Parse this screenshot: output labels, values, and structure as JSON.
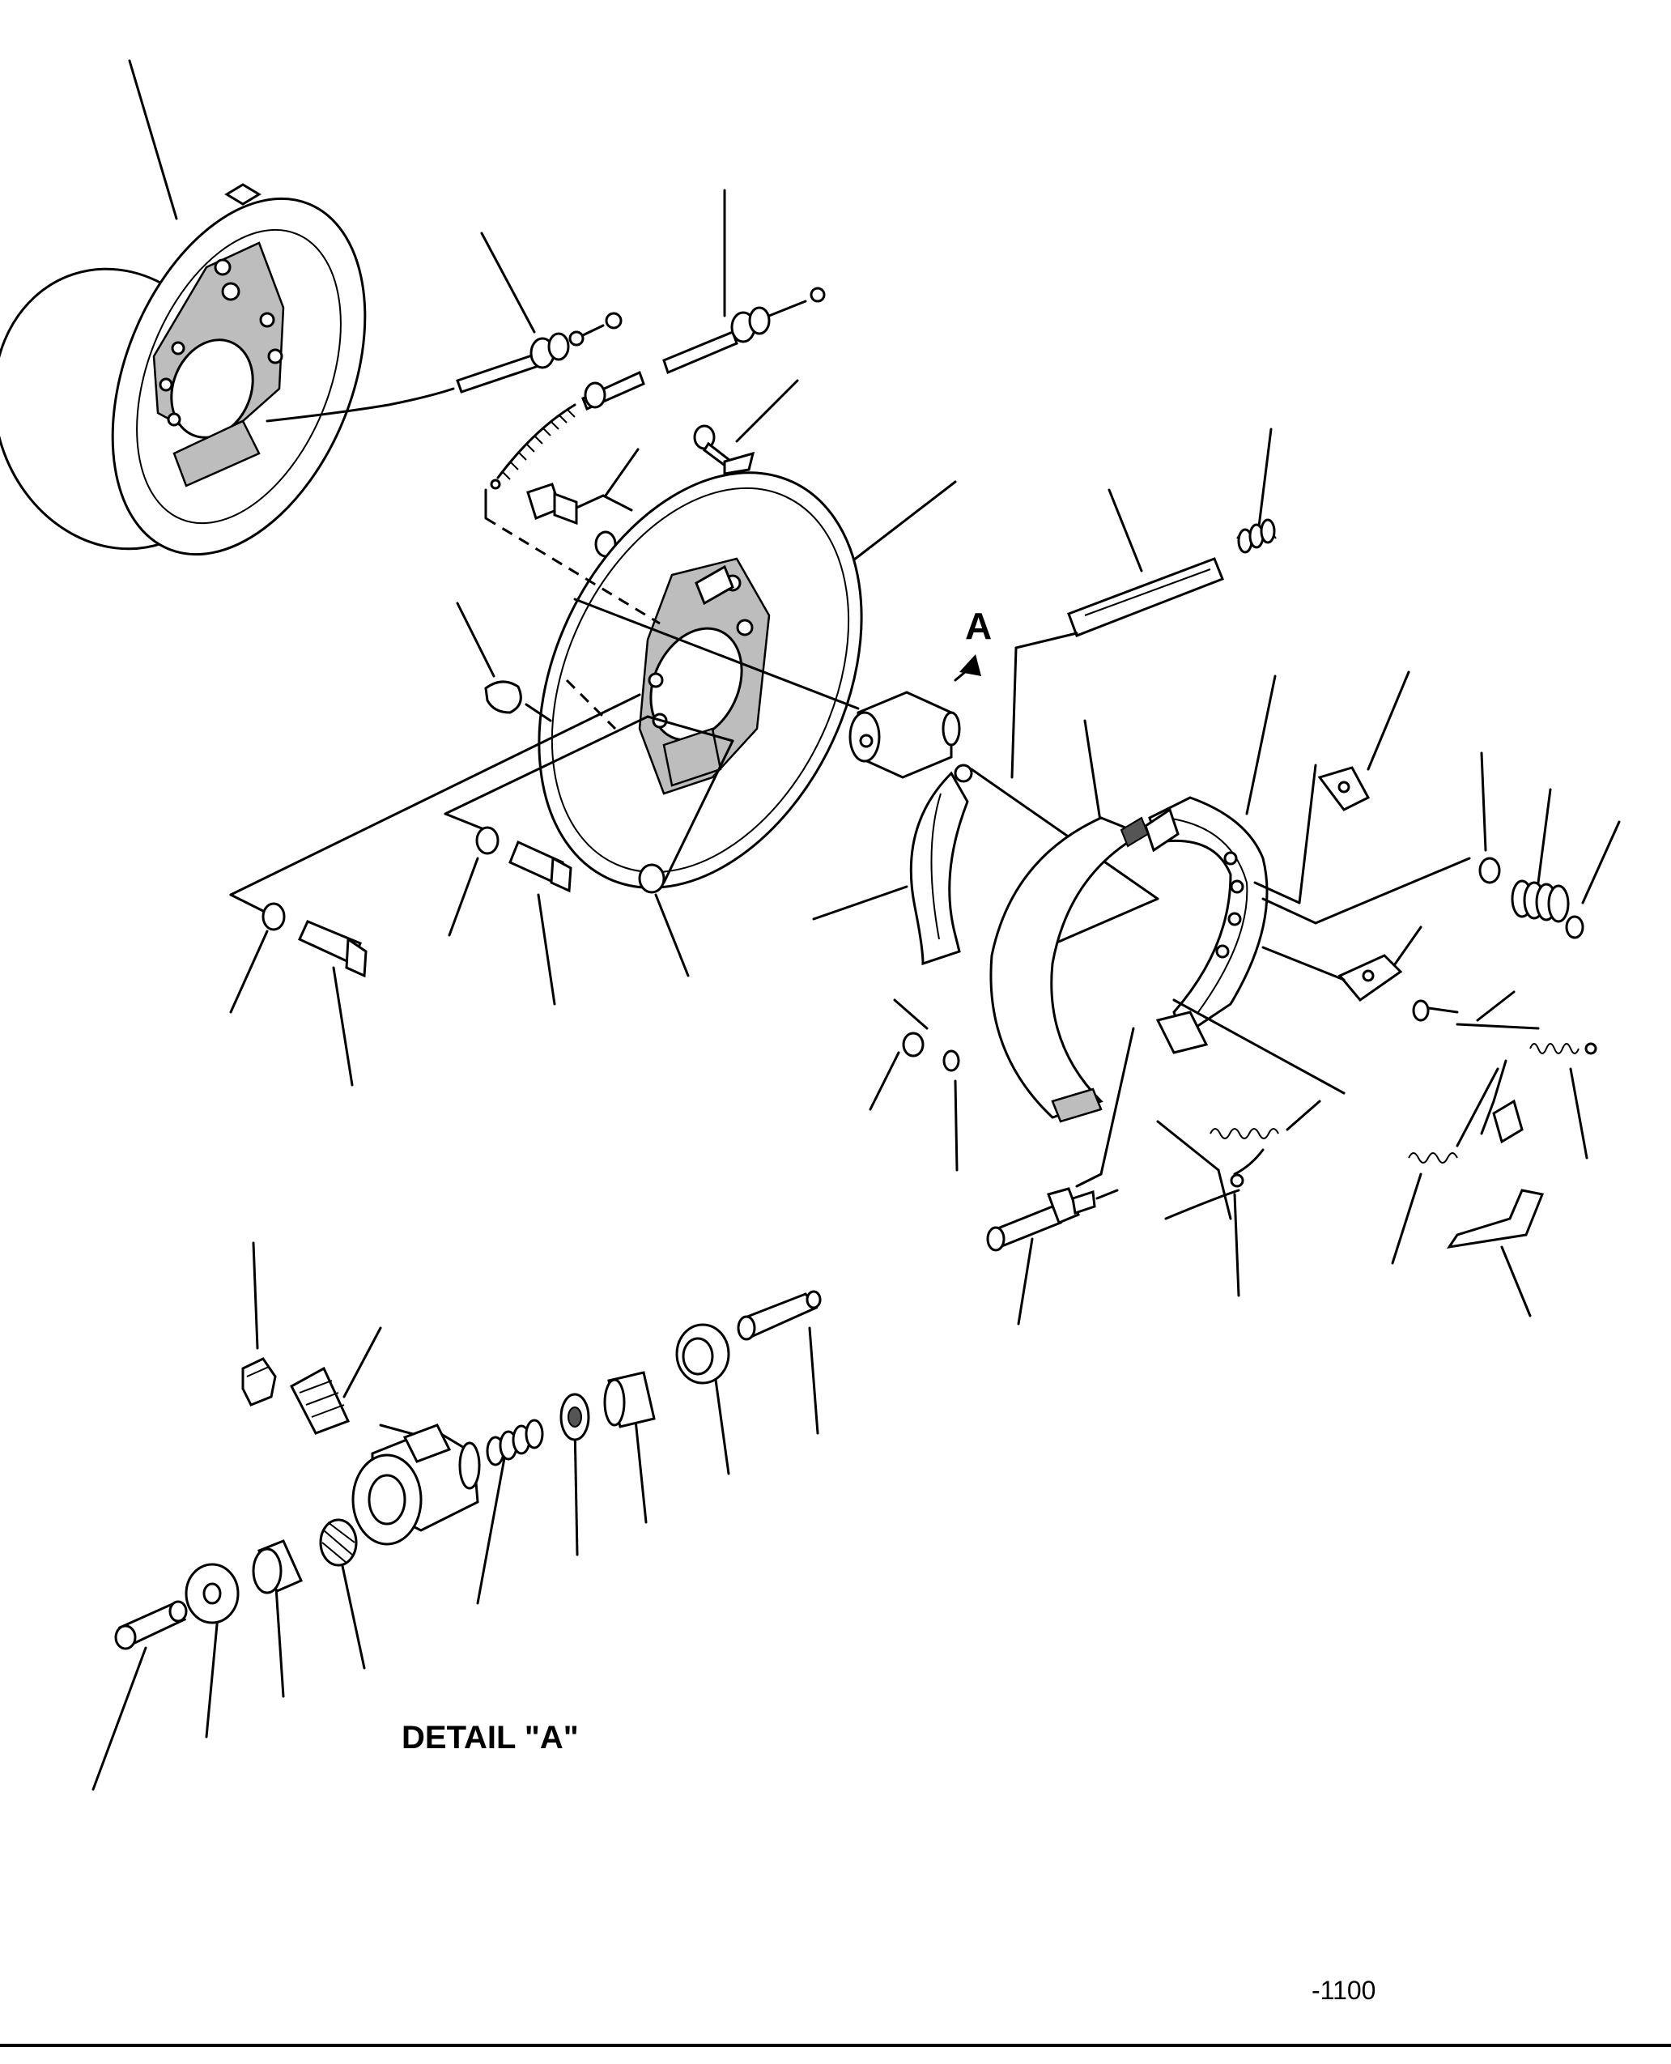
{
  "diagram": {
    "view_letter": "A",
    "detail_label": "DETAIL \"A\"",
    "page_number": "-1100"
  },
  "parts": [
    "backing-plate-outer",
    "parking-brake-cable",
    "brake-drum-backing-plate",
    "wheel-cylinder",
    "brake-shoe-primary",
    "brake-shoe-secondary",
    "adjuster-strut",
    "return-springs",
    "hold-down-pins",
    "bolts-and-washers"
  ]
}
